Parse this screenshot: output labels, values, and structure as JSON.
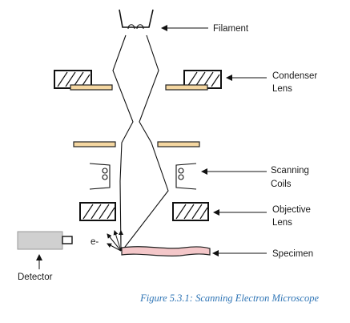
{
  "labels": {
    "filament": "Filament",
    "condenser_line1": "Condenser",
    "condenser_line2": "Lens",
    "scanning_line1": "Scanning",
    "scanning_line2": "Coils",
    "objective_line1": "Objective",
    "objective_line2": "Lens",
    "specimen": "Specimen",
    "detector": "Detector",
    "electron": "e-"
  },
  "caption": "Figure 5.3.1: Scanning Electron Microscope",
  "colors": {
    "lens_plate": "#f5d7a1",
    "specimen": "#f4c7c9",
    "detector": "#d0d0d0",
    "caption": "#2e74b5"
  }
}
